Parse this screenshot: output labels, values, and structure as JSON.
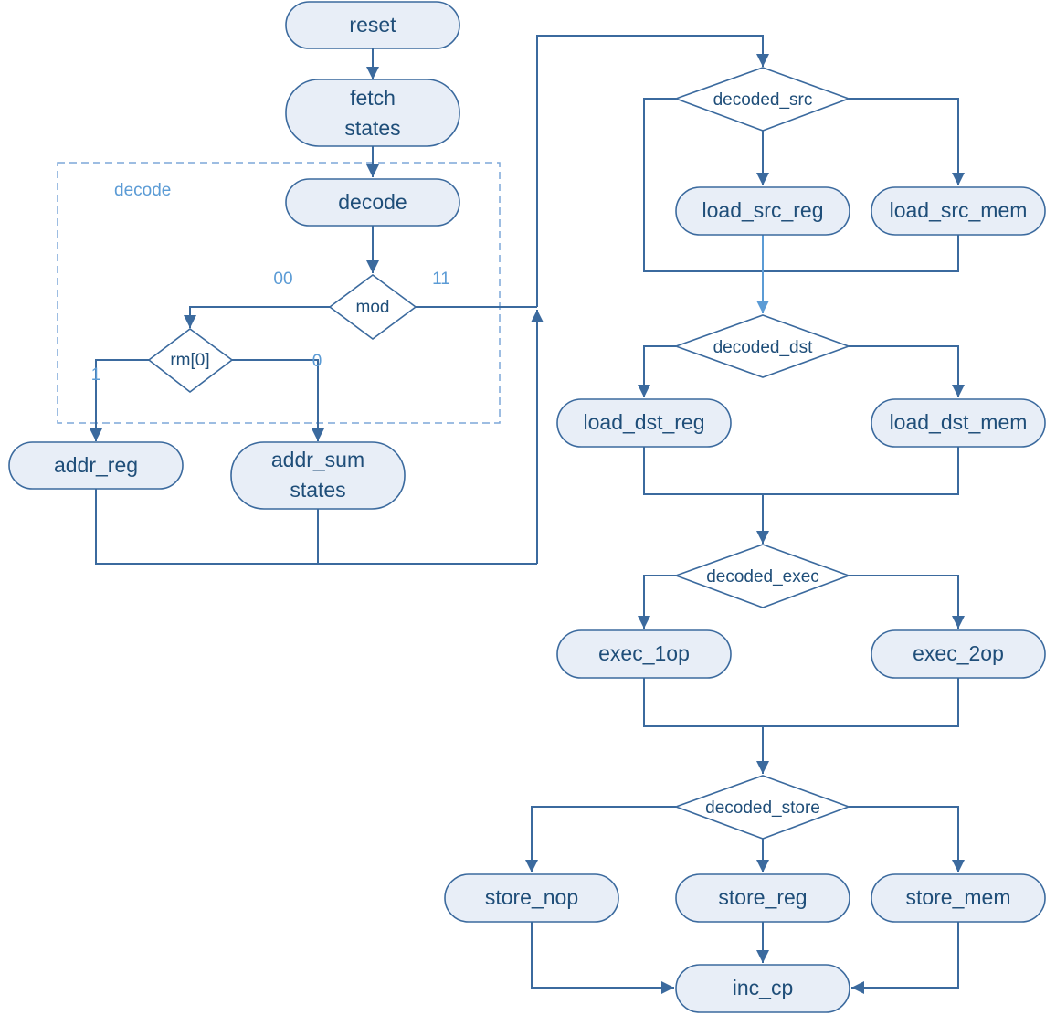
{
  "group": {
    "label": "decode"
  },
  "nodes": {
    "reset": "reset",
    "fetch": [
      "fetch",
      "states"
    ],
    "decode": "decode",
    "addr_reg": "addr_reg",
    "addr_sum": [
      "addr_sum",
      "states"
    ],
    "load_src_reg": "load_src_reg",
    "load_src_mem": "load_src_mem",
    "load_dst_reg": "load_dst_reg",
    "load_dst_mem": "load_dst_mem",
    "exec_1op": "exec_1op",
    "exec_2op": "exec_2op",
    "store_nop": "store_nop",
    "store_reg": "store_reg",
    "store_mem": "store_mem",
    "inc_cp": "inc_cp"
  },
  "decisions": {
    "mod": "mod",
    "rm0": "rm[0]",
    "decoded_src": "decoded_src",
    "decoded_dst": "decoded_dst",
    "decoded_exec": "decoded_exec",
    "decoded_store": "decoded_store"
  },
  "edge_labels": {
    "mod_00": "00",
    "mod_11": "11",
    "rm_1": "1",
    "rm_0": "0"
  },
  "colors": {
    "stroke": "#3b6a9e",
    "node_fill": "#e8eef7",
    "text": "#1f4e79",
    "accent": "#5b9bd5"
  }
}
